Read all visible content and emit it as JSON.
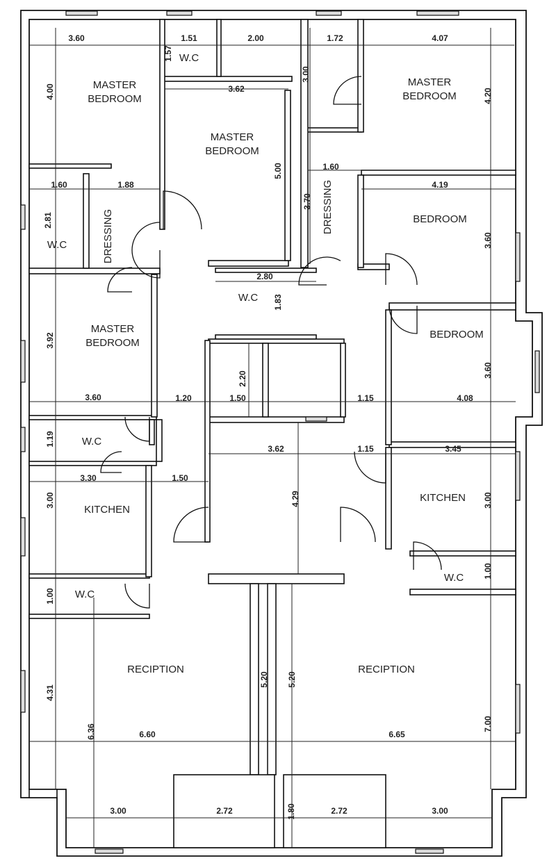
{
  "rooms": [
    {
      "lines": [
        "MASTER",
        "BEDROOM"
      ]
    },
    {
      "lines": [
        "MASTER",
        "BEDROOM"
      ]
    },
    {
      "lines": [
        "MASTER",
        "BEDROOM"
      ]
    },
    {
      "lines": [
        "W.C"
      ]
    },
    {
      "lines": [
        "W.C"
      ]
    },
    {
      "lines": [
        "DRESSING"
      ]
    },
    {
      "lines": [
        "DRESSING"
      ]
    },
    {
      "lines": [
        "BEDROOM"
      ]
    },
    {
      "lines": [
        "W.C"
      ]
    },
    {
      "lines": [
        "BEDROOM"
      ]
    },
    {
      "lines": [
        "MASTER",
        "BEDROOM"
      ]
    },
    {
      "lines": [
        "W.C"
      ]
    },
    {
      "lines": [
        "KITCHEN"
      ]
    },
    {
      "lines": [
        "KITCHEN"
      ]
    },
    {
      "lines": [
        "W.C"
      ]
    },
    {
      "lines": [
        "W.C"
      ]
    },
    {
      "lines": [
        "RECIPTION"
      ]
    },
    {
      "lines": [
        "RECIPTION"
      ]
    }
  ],
  "dimensions": [
    "3.60",
    "1.51",
    "2.00",
    "1.72",
    "4.07",
    "1.57",
    "4.00",
    "3.62",
    "3.00",
    "4.20",
    "1.60",
    "1.88",
    "1.60",
    "4.19",
    "5.00",
    "3.70",
    "2.81",
    "3.60",
    "2.80",
    "1.83",
    "3.92",
    "3.60",
    "2.20",
    "3.60",
    "1.20",
    "1.50",
    "1.15",
    "4.08",
    "1.19",
    "3.62",
    "1.15",
    "3.45",
    "3.30",
    "1.50",
    "4.29",
    "3.00",
    "3.00",
    "1.00",
    "1.00",
    "4.31",
    "5.20",
    "5.20",
    "6.36",
    "6.60",
    "6.65",
    "7.00",
    "3.00",
    "2.72",
    "1.80",
    "2.72",
    "3.00"
  ]
}
